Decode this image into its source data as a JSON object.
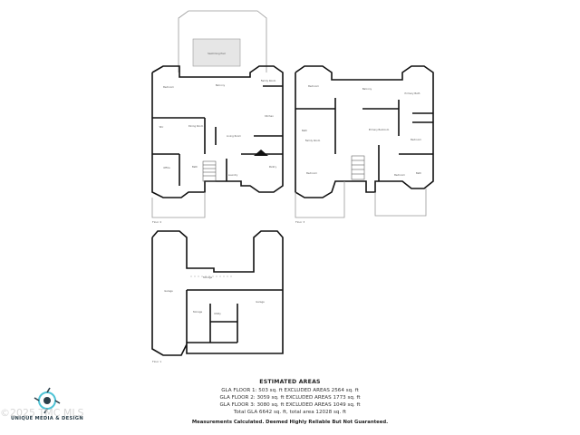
{
  "estimated_areas": {
    "title": "ESTIMATED AREAS",
    "lines": [
      "GLA FLOOR 1: 503 sq. ft EXCLUDED AREAS 2564 sq. ft",
      "GLA FLOOR 2: 3059 sq. ft EXCLUDED AREAS 1773 sq. ft",
      "GLA FLOOR 3: 3080 sq. ft EXCLUDED AREAS 1049 sq. ft",
      "Total GLA 6642 sq. ft, total area 12028 sq. ft"
    ]
  },
  "disclaimer": "Measurements Calculated. Deemed Highly Reliable But Not Guaranteed.",
  "logo": {
    "name": "UNIQUE MEDIA & DESIGN",
    "accent": "#4fc3d6",
    "dark": "#2b3f4a"
  },
  "watermark": "©2025 TMC MLS",
  "floor_labels": [
    "Floor 2",
    "Floor 3",
    "Floor 1"
  ],
  "rooms": [
    "Swimming Pool",
    "Bedroom",
    "Balcony",
    "Family Room",
    "Kitchen",
    "Dining Room",
    "Living Room",
    "Bath",
    "Laundry",
    "Pantry",
    "Office",
    "Wic",
    "Bedroom",
    "Balcony",
    "Primary Bath",
    "Bedroom",
    "Bath",
    "Family Room",
    "Primary Bedroom",
    "Bedroom",
    "Bath",
    "Bedroom",
    "Garage",
    "Garage",
    "Storage",
    "Storage",
    "Utility"
  ],
  "colors": {
    "wall": "#111111",
    "thin": "#888888",
    "pool_fill": "#e6e6e6"
  }
}
